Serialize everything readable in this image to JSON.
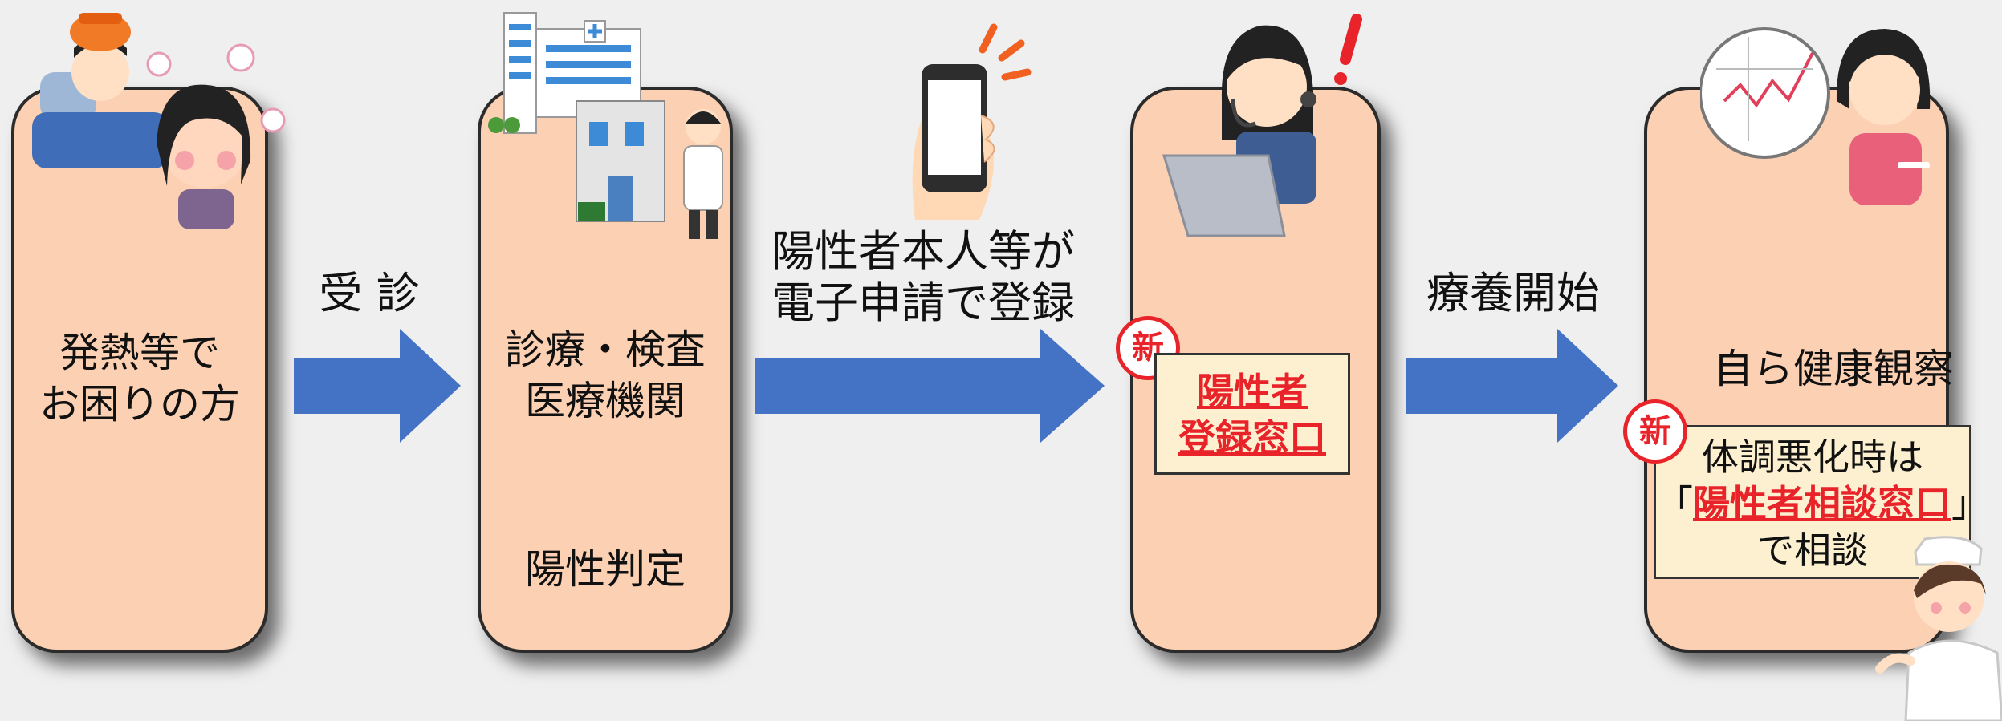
{
  "stages": [
    {
      "lines": [
        "発熱等で",
        "お困りの方"
      ]
    },
    {
      "lines": [
        "診療・検査",
        "医療機関"
      ],
      "bottom": "陽性判定"
    },
    {
      "new_badge": "新",
      "box_lines": [
        "陽性者",
        "登録窓口"
      ]
    },
    {
      "top": "自ら健康観察",
      "new_badge": "新",
      "box_line1": "体調悪化時は",
      "box_line2_open": "「",
      "box_line2_red": "陽性者相談窓口",
      "box_line2_close": "」",
      "box_line3": "で相談"
    }
  ],
  "arrows": [
    {
      "label": "受 診"
    },
    {
      "label_lines": [
        "陽性者本人等が",
        "電子申請で登録"
      ]
    },
    {
      "label": "療養開始"
    }
  ],
  "colors": {
    "stage_fill": "#fcd0b2",
    "arrow_blue": "#4472c4",
    "accent_red": "#e8242a",
    "box_fill": "#fdf0d0"
  }
}
